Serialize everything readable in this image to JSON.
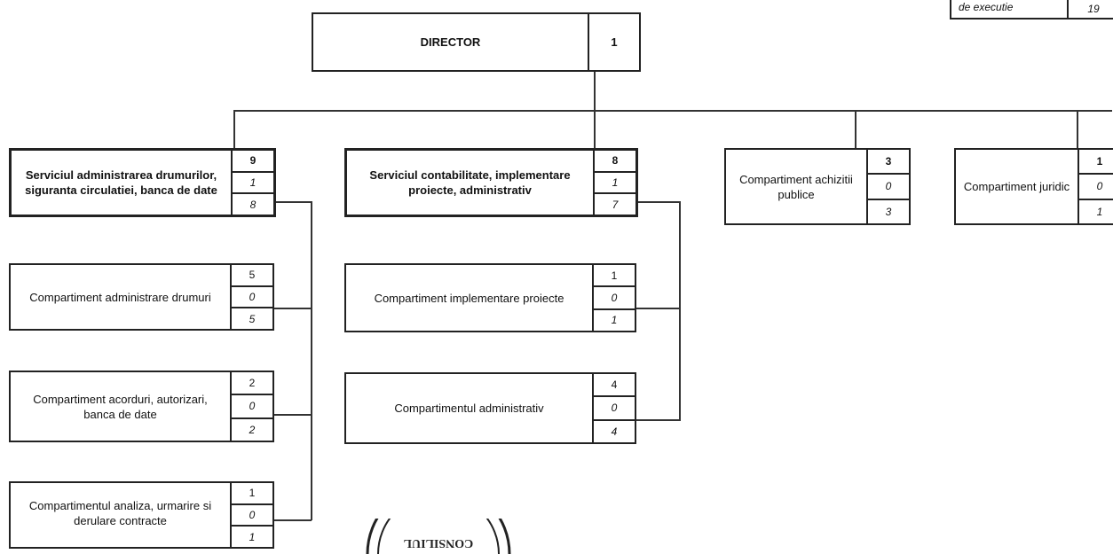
{
  "corner": {
    "label": "de executie",
    "value": "19"
  },
  "director": {
    "label": "DIRECTOR",
    "count": "1"
  },
  "units": [
    {
      "id": "serv-drumuri",
      "label": "Serviciul administrarea drumurilor, siguranta circulatiei, banca de date",
      "counts": [
        "9",
        "1",
        "8"
      ]
    },
    {
      "id": "serv-contabilitate",
      "label": "Serviciul contabilitate, implementare proiecte, administrativ",
      "counts": [
        "8",
        "1",
        "7"
      ]
    },
    {
      "id": "achizitii",
      "label": "Compartiment achizitii publice",
      "counts": [
        "3",
        "0",
        "3"
      ]
    },
    {
      "id": "juridic",
      "label": "Compartiment juridic",
      "counts": [
        "1",
        "0",
        "1"
      ]
    },
    {
      "id": "adm-drumuri",
      "label": "Compartiment administrare drumuri",
      "counts": [
        "5",
        "0",
        "5"
      ]
    },
    {
      "id": "acorduri",
      "label": "Compartiment acorduri, autorizari, banca de date",
      "counts": [
        "2",
        "0",
        "2"
      ]
    },
    {
      "id": "analiza",
      "label": "Compartimentul analiza, urmarire si derulare contracte",
      "counts": [
        "1",
        "0",
        "1"
      ]
    },
    {
      "id": "implementare",
      "label": "Compartiment implementare proiecte",
      "counts": [
        "1",
        "0",
        "1"
      ]
    },
    {
      "id": "administrativ",
      "label": "Compartimentul administrativ",
      "counts": [
        "4",
        "0",
        "4"
      ]
    }
  ],
  "stamp_text": "CONSILIUL"
}
